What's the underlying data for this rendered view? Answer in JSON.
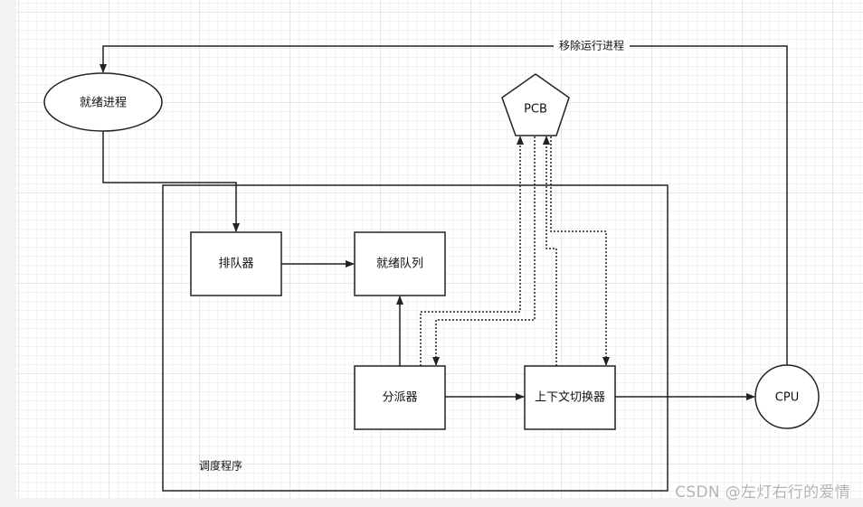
{
  "nodes": {
    "ready_process": "就绪进程",
    "pcb": "PCB",
    "queuer": "排队器",
    "ready_queue": "就绪队列",
    "dispatcher": "分派器",
    "context_switcher": "上下文切换器",
    "cpu": "CPU"
  },
  "edges": {
    "remove_running": "移除运行进程"
  },
  "group": {
    "scheduler": "调度程序"
  },
  "watermark": "CSDN @左灯右行的爱情"
}
